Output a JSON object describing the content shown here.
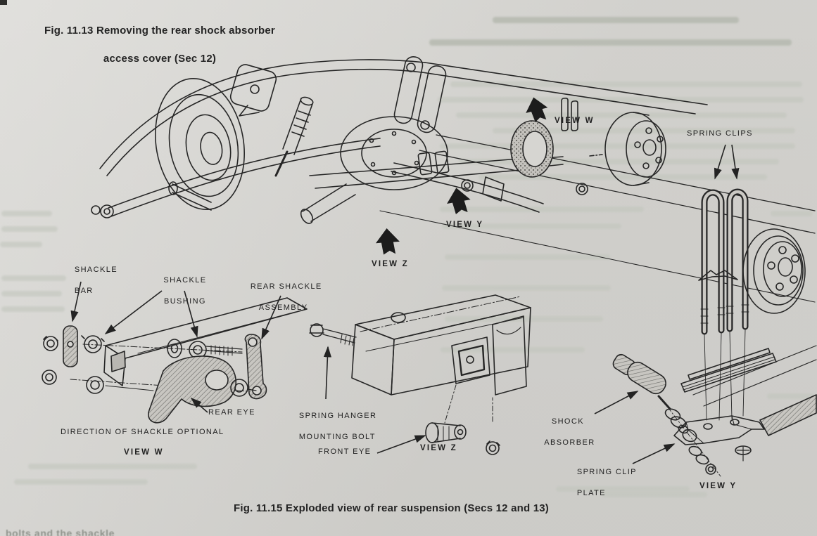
{
  "colors": {
    "paper": "#d6d5d1",
    "ink": "#1f1f1f",
    "ghost": "#c2c6bd"
  },
  "captions": {
    "top_line1": "Fig. 11.13 Removing the rear shock absorber",
    "top_line2": "access cover (Sec 12)",
    "bottom": "Fig. 11.15 Exploded view of rear suspension (Secs 12 and 13)",
    "bottom_edge_fragment": "bolts and the shackle"
  },
  "diagram": {
    "labels": {
      "shackle_bar": [
        "SHACKLE",
        "BAR"
      ],
      "shackle_bushing": [
        "SHACKLE",
        "BUSHING"
      ],
      "rear_shackle_assembly": [
        "REAR SHACKLE",
        "ASSEMBLY"
      ],
      "rear_eye": "REAR EYE",
      "direction_note": "DIRECTION OF SHACKLE OPTIONAL",
      "spring_hanger": [
        "SPRING HANGER",
        "MOUNTING BOLT"
      ],
      "front_eye": "FRONT EYE",
      "shock_absorber": [
        "SHOCK",
        "ABSORBER"
      ],
      "spring_clip_plate": [
        "SPRING CLIP",
        "PLATE"
      ],
      "spring_clips": "SPRING CLIPS"
    },
    "view_markers": {
      "w": "VIEW W",
      "y": "VIEW Y",
      "z": "VIEW Z"
    },
    "view_details": {
      "w": "VIEW W",
      "y": "VIEW Y",
      "z": "VIEW Z"
    }
  }
}
